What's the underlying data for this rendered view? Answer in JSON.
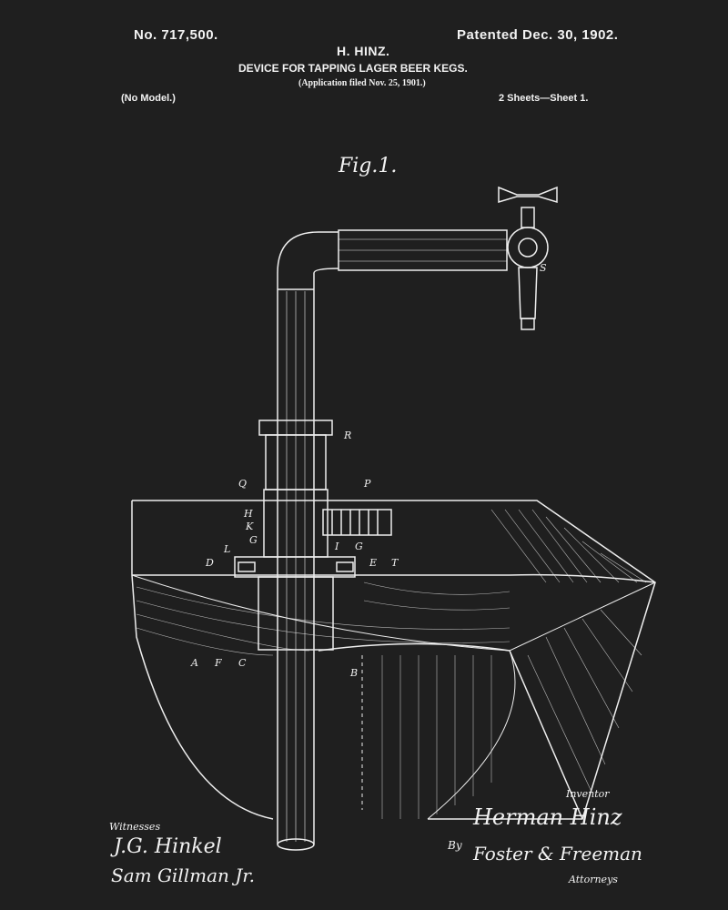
{
  "header": {
    "patent_number": "No. 717,500.",
    "patent_date": "Patented Dec. 30, 1902.",
    "inventor_name": "H. HINZ.",
    "title": "DEVICE FOR TAPPING LAGER BEER KEGS.",
    "application": "(Application filed Nov. 25, 1901.)",
    "model": "(No Model.)",
    "sheets": "2 Sheets—Sheet 1."
  },
  "figure": {
    "caption": "Fig.1.",
    "labels": [
      "S",
      "R",
      "Q",
      "P",
      "H",
      "K",
      "G",
      "D",
      "L",
      "I",
      "G",
      "E",
      "T",
      "A",
      "F",
      "C",
      "B"
    ]
  },
  "footer": {
    "witnesses_label": "Witnesses",
    "witness_1": "J.G. Hinkel",
    "witness_2": "Sam Gillman Jr.",
    "inventor_label": "Inventor",
    "inventor_signature": "Herman Hinz",
    "by_label": "By",
    "attorneys_signature": "Foster & Freeman",
    "attorneys_label": "Attorneys"
  },
  "colors": {
    "background": "#1f1f1f",
    "ink": "#f2f2f2"
  }
}
